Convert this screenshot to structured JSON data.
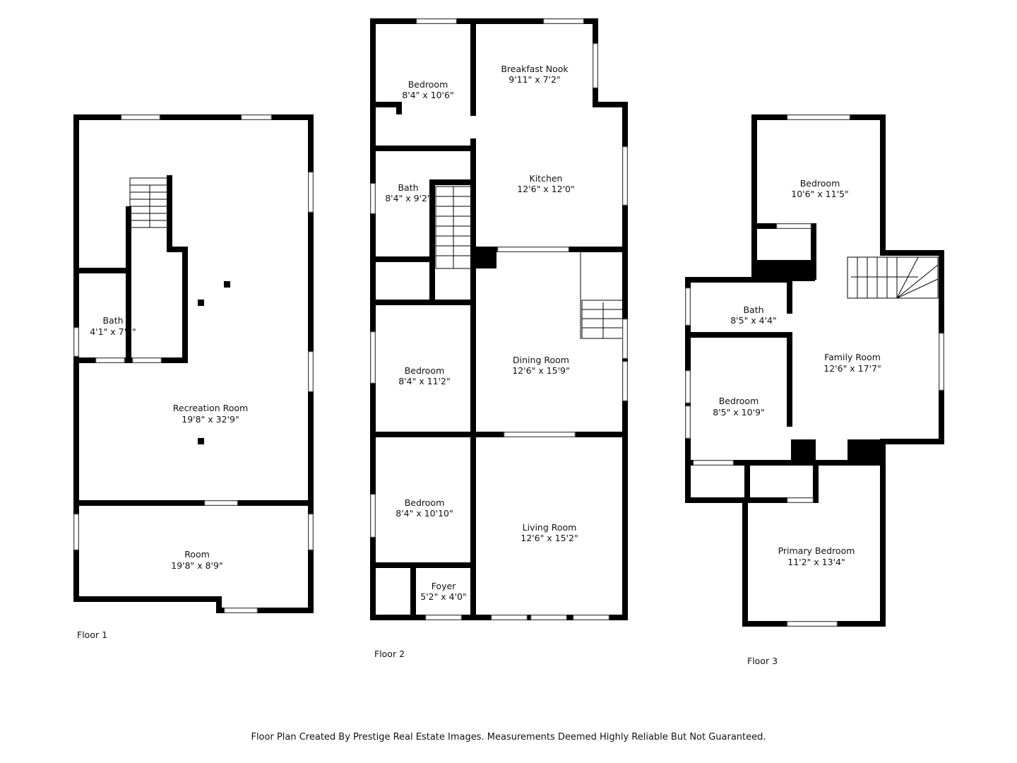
{
  "floors": [
    {
      "label": "Floor 1",
      "rooms": [
        {
          "name": "Bath",
          "size": "4'1\" x 7'5\""
        },
        {
          "name": "Recreation Room",
          "size": "19'8\" x 32'9\""
        },
        {
          "name": "Room",
          "size": "19'8\" x 8'9\""
        }
      ]
    },
    {
      "label": "Floor 2",
      "rooms": [
        {
          "name": "Bedroom",
          "size": "8'4\" x 10'6\""
        },
        {
          "name": "Breakfast Nook",
          "size": "9'11\" x 7'2\""
        },
        {
          "name": "Bath",
          "size": "8'4\" x 9'2\""
        },
        {
          "name": "Kitchen",
          "size": "12'6\" x 12'0\""
        },
        {
          "name": "Bedroom",
          "size": "8'4\" x 11'2\""
        },
        {
          "name": "Dining Room",
          "size": "12'6\" x 15'9\""
        },
        {
          "name": "Bedroom",
          "size": "8'4\" x 10'10\""
        },
        {
          "name": "Living Room",
          "size": "12'6\" x 15'2\""
        },
        {
          "name": "Foyer",
          "size": "5'2\" x 4'0\""
        }
      ]
    },
    {
      "label": "Floor 3",
      "rooms": [
        {
          "name": "Bedroom",
          "size": "10'6\" x 11'5\""
        },
        {
          "name": "Bath",
          "size": "8'5\" x 4'4\""
        },
        {
          "name": "Family Room",
          "size": "12'6\" x 17'7\""
        },
        {
          "name": "Bedroom",
          "size": "8'5\" x 10'9\""
        },
        {
          "name": "Primary Bedroom",
          "size": "11'2\" x 13'4\""
        }
      ]
    }
  ],
  "footer": "Floor Plan Created By Prestige Real Estate Images. Measurements Deemed Highly Reliable But Not Guaranteed."
}
